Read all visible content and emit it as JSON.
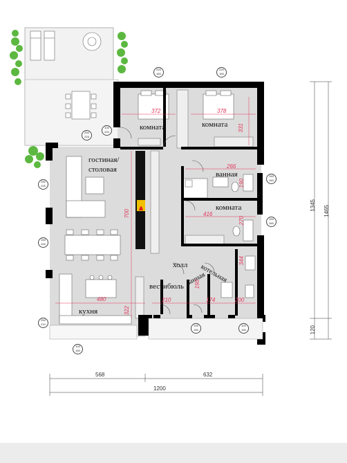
{
  "rooms": {
    "bedroom_left": "комната",
    "bedroom_right": "комната",
    "living_dining": "гостиная/\nстоловая",
    "bathroom_top": "ванная",
    "room_middle": "комната",
    "hall": "холл",
    "boiler_room": "котельная",
    "bathroom_small": "ванная",
    "vestibule": "вестибюль",
    "kitchen": "кухня"
  },
  "inner_dims": {
    "d372": "372",
    "d378": "378",
    "d331": "331",
    "d266": "266",
    "d190a": "190",
    "d416": "416",
    "d270": "270",
    "d700": "700",
    "d344": "344",
    "d480": "480",
    "d322": "322",
    "d210": "210",
    "d190b": "190",
    "d174": "174",
    "d200": "200"
  },
  "outer_dims": {
    "left_width": "568",
    "right_width": "632",
    "total_width": "1200",
    "height_1345": "1345",
    "height_1465": "1465",
    "height_120": "120"
  },
  "window_marks": {
    "w1": "220\n160",
    "w2": "220\n160",
    "w3": "100\n220",
    "w4": "250\n225",
    "w5": "250\n225",
    "w6": "150\n100",
    "w7": "250\n210",
    "w8": "100\n160",
    "w9": "150\n160",
    "w10": "150\n160",
    "w11": "100\n160",
    "w12": "100\n160"
  },
  "colors": {
    "wall": "#000000",
    "floor": "#dcdcdc",
    "terrace": "#f2f2f2",
    "dimension": "#e2375b",
    "plant": "#5cb840",
    "fire": "#f0c000"
  }
}
